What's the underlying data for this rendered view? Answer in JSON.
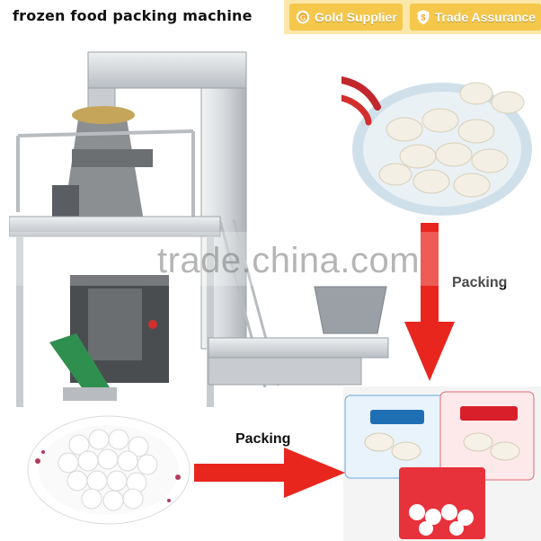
{
  "header": {
    "title": "frozen food packing machine",
    "badges": [
      {
        "label": "Gold Supplier",
        "icon": "gold-supplier-icon"
      },
      {
        "label": "Trade Assurance",
        "icon": "trade-assurance-icon"
      }
    ]
  },
  "flow": {
    "label_top": "Packing",
    "label_bottom": "Packing"
  },
  "watermark": "trade.china.com",
  "colors": {
    "badge_bg": "#fbe7a9",
    "badge": "#f5c74b",
    "arrow": "#e8261e",
    "machine_steel": "#d9dcdf"
  }
}
